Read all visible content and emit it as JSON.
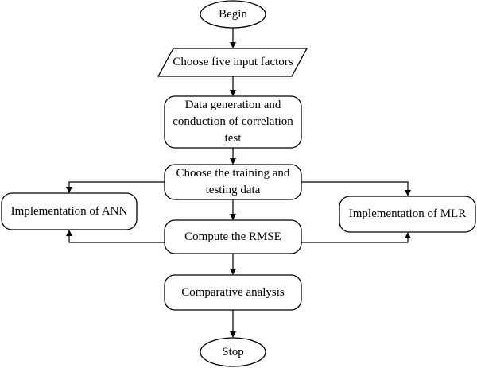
{
  "nodes": {
    "begin": "Begin",
    "choose_factors": "Choose five input factors",
    "data_generation": "Data generation and\nconduction of correlation\ntest",
    "choose_training": "Choose the training and\ntesting data",
    "ann": "Implementation of ANN",
    "mlr": "Implementation of MLR",
    "rmse": "Compute the RMSE",
    "comparative": "Comparative analysis",
    "stop": "Stop"
  }
}
